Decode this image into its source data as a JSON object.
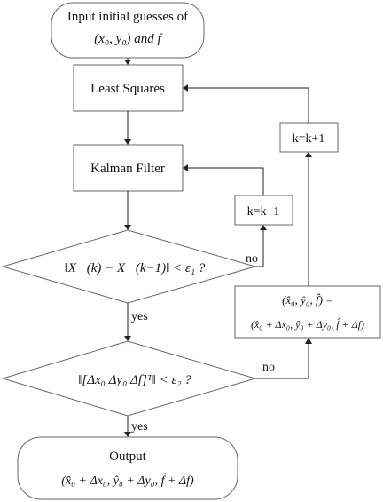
{
  "nodes": {
    "start": {
      "line1": "Input initial guesses of",
      "line2_math": "(x₀, y₀) and f"
    },
    "least_squares": {
      "label": "Least Squares"
    },
    "kalman": {
      "label": "Kalman Filter"
    },
    "k_inc_left": {
      "label": "k=k+1"
    },
    "k_inc_top": {
      "label": "k=k+1"
    },
    "decision1": {
      "expr": "‖X⃗(k) − X⃗(k−1)‖ < ε₁ ?"
    },
    "decision2": {
      "expr": "‖[Δx₀   Δy₀   Δf]ᵀ‖ < ε₂ ?"
    },
    "update": {
      "line1": "(x̂₀, ŷ₀, f̂) =",
      "line2": "(x̂₀ + Δx₀, ŷ₀ + Δy₀, f̂ + Δf)"
    },
    "output": {
      "line1": "Output",
      "line2": "(x̂₀ + Δx₀, ŷ₀ + Δy₀, f̂ + Δf)"
    }
  },
  "edge_labels": {
    "d1_yes": "yes",
    "d1_no": "no",
    "d2_yes": "yes",
    "d2_no": "no"
  }
}
